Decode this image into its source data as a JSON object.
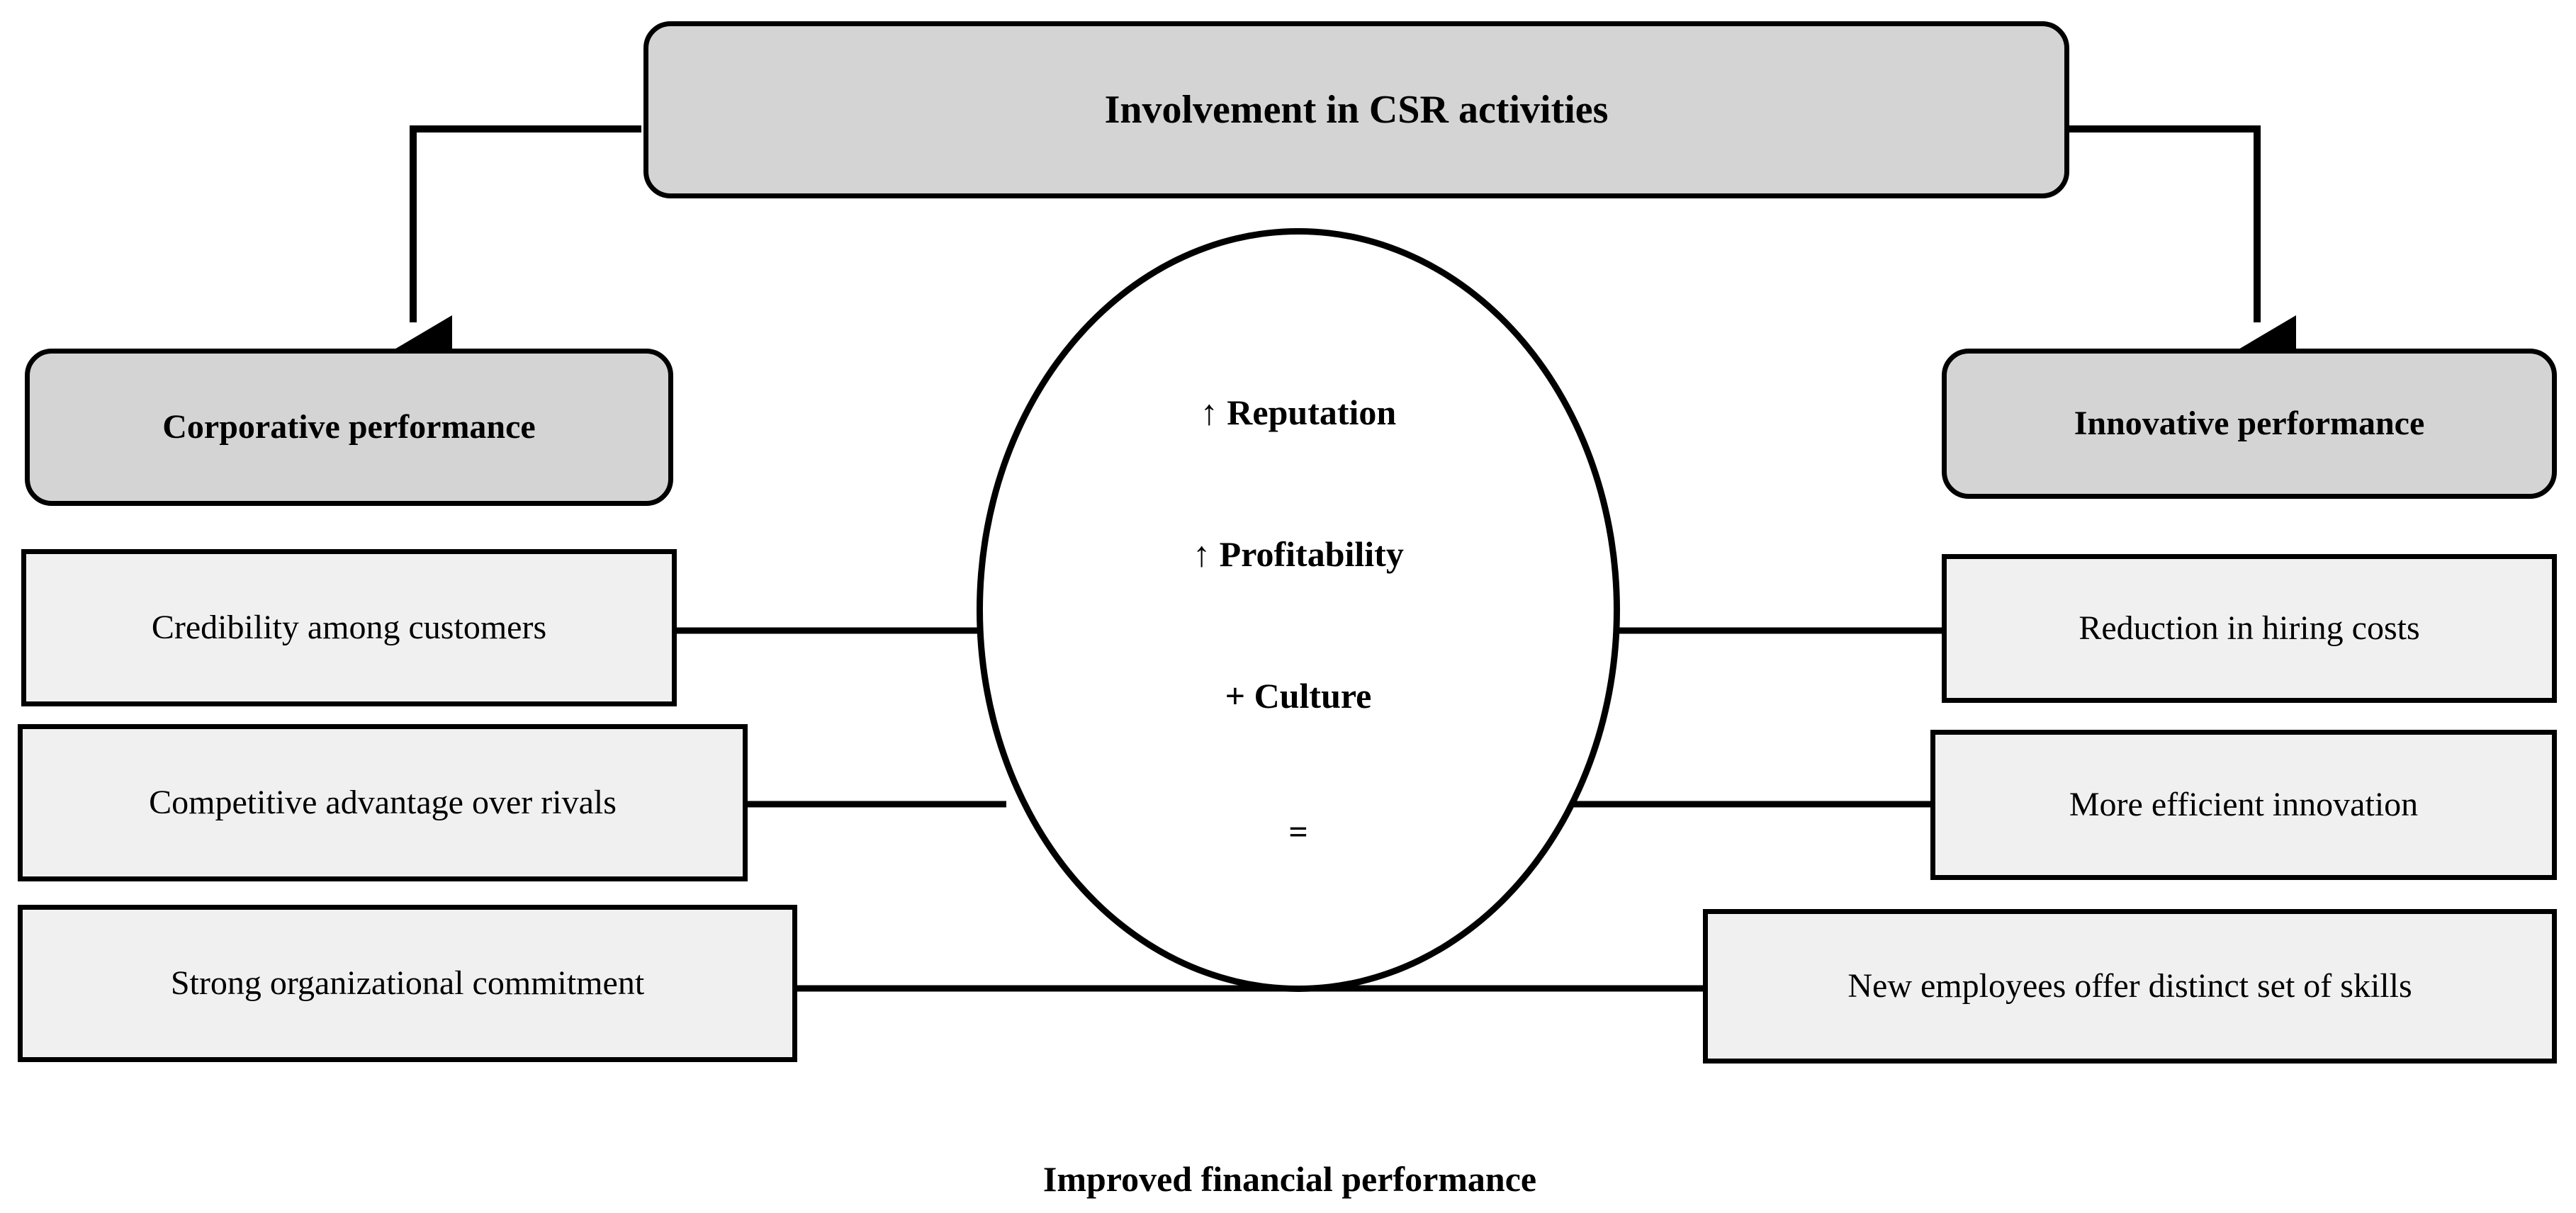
{
  "diagram": {
    "title_node": {
      "label": "Involvement in CSR activities"
    },
    "left_branch": {
      "header": "Corporative performance",
      "items": [
        "Credibility among customers",
        "Competitive advantage over rivals",
        "Strong organizational commitment"
      ]
    },
    "right_branch": {
      "header": "Innovative performance",
      "items": [
        "Reduction in hiring costs",
        "More efficient innovation",
        "New employees offer distinct set of skills"
      ]
    },
    "center": {
      "lines": [
        "↑ Reputation",
        "↑ Profitability",
        "+ Culture",
        "="
      ]
    },
    "footer": {
      "label": "Improved financial performance"
    },
    "colors": {
      "stroke": "#000000",
      "shaded_fill": "#d4d4d4",
      "light_fill": "#f0f0f0",
      "page_background": "#ffffff"
    }
  }
}
